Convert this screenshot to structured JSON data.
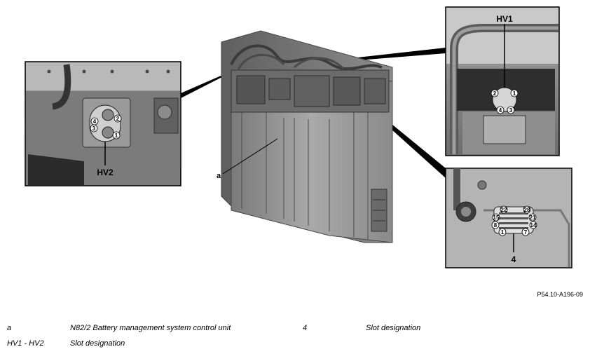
{
  "figure_id": "P54.10-A196-09",
  "callouts": {
    "a": "a",
    "hv1": "HV1",
    "hv2": "HV2",
    "slot4": "4"
  },
  "pins": {
    "hv1": [
      "2",
      "1",
      "4",
      "3"
    ],
    "hv2": [
      "2",
      "4",
      "3",
      "1"
    ],
    "slot4": [
      "22",
      "28",
      "15",
      "21",
      "8",
      "14",
      "1",
      "7"
    ]
  },
  "legend": [
    {
      "key": "a",
      "value": "N82/2 Battery management system control unit"
    },
    {
      "key": "4",
      "value": "Slot designation"
    },
    {
      "key": "HV1 - HV2",
      "value": "Slot designation"
    }
  ]
}
